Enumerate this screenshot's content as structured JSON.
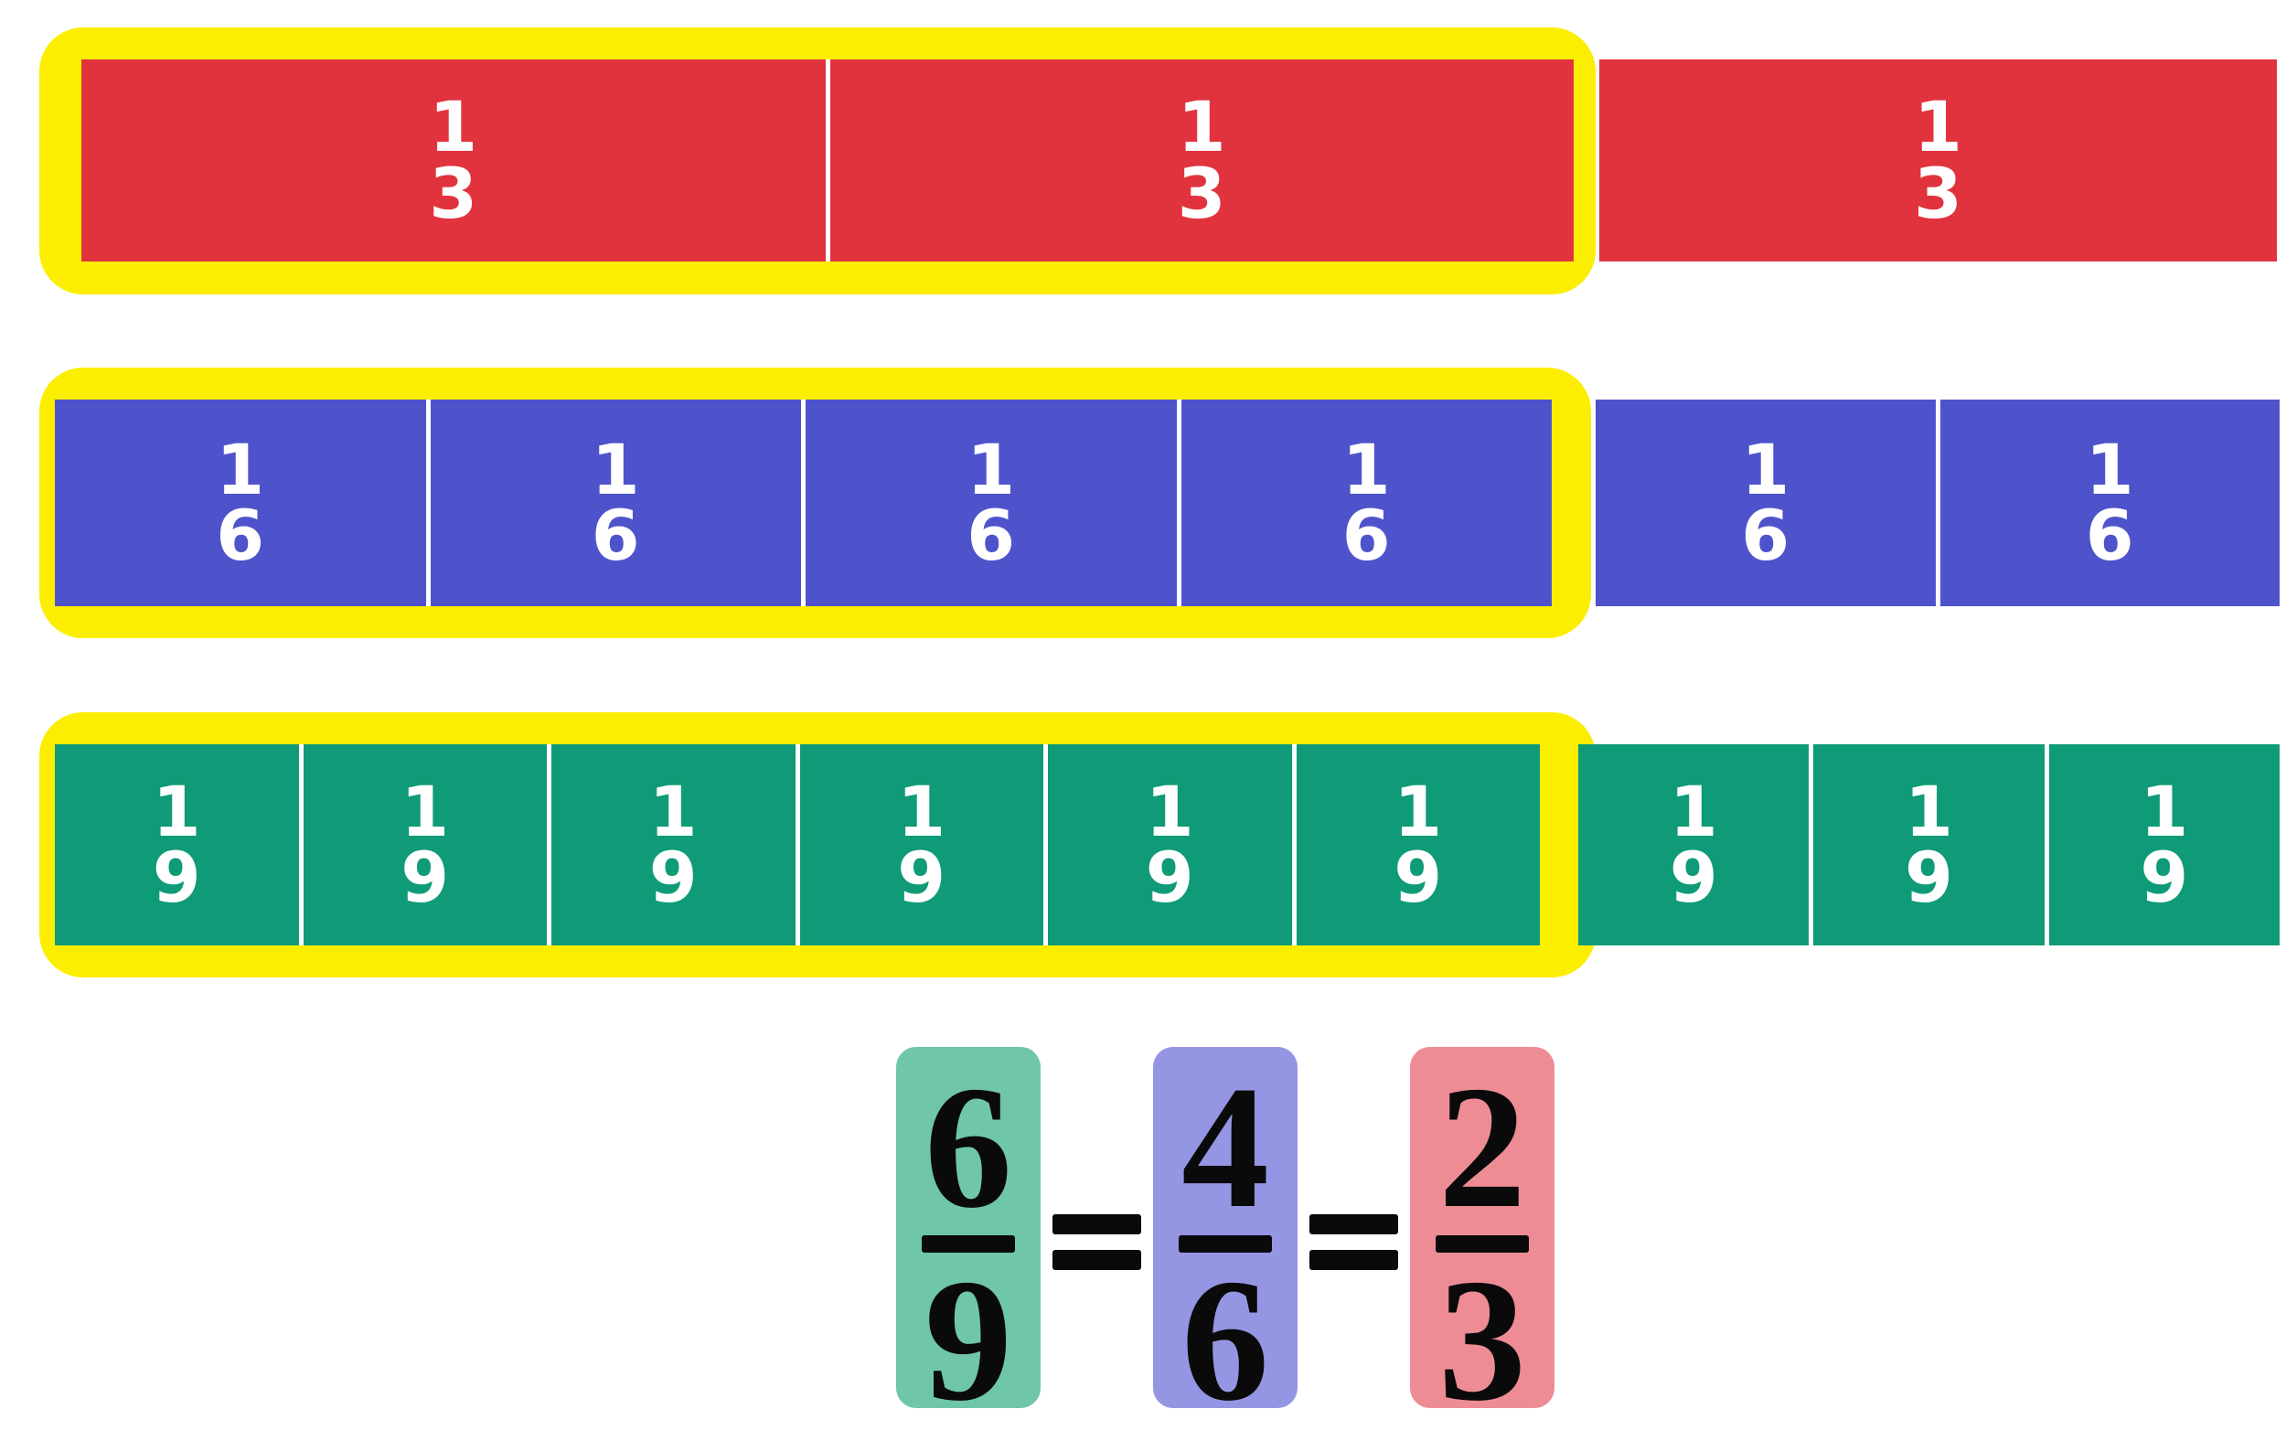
{
  "colors": {
    "highlight_yellow": "#FCEE00",
    "thirds_red": "#E1333E",
    "sixths_blue": "#4F53CB",
    "ninths_green": "#0F9B77",
    "bar_text_white": "#FFFFFF",
    "equation_text_black": "#0A0A0A",
    "eq_tile_teal": "#6FC6A8",
    "eq_tile_purple": "#9596E3",
    "eq_tile_pink": "#EE8C95"
  },
  "rows": [
    {
      "unit_numerator": "1",
      "unit_denominator": "3",
      "total_cells": 3,
      "highlighted_cells": 2,
      "color_key": "thirds_red"
    },
    {
      "unit_numerator": "1",
      "unit_denominator": "6",
      "total_cells": 6,
      "highlighted_cells": 4,
      "color_key": "sixths_blue"
    },
    {
      "unit_numerator": "1",
      "unit_denominator": "9",
      "total_cells": 9,
      "highlighted_cells": 6,
      "color_key": "ninths_green"
    }
  ],
  "equation": {
    "equals_sign": "=",
    "fractions": [
      {
        "numerator": "6",
        "denominator": "9",
        "color_key": "eq_tile_teal"
      },
      {
        "numerator": "4",
        "denominator": "6",
        "color_key": "eq_tile_purple"
      },
      {
        "numerator": "2",
        "denominator": "3",
        "color_key": "eq_tile_pink"
      }
    ]
  }
}
